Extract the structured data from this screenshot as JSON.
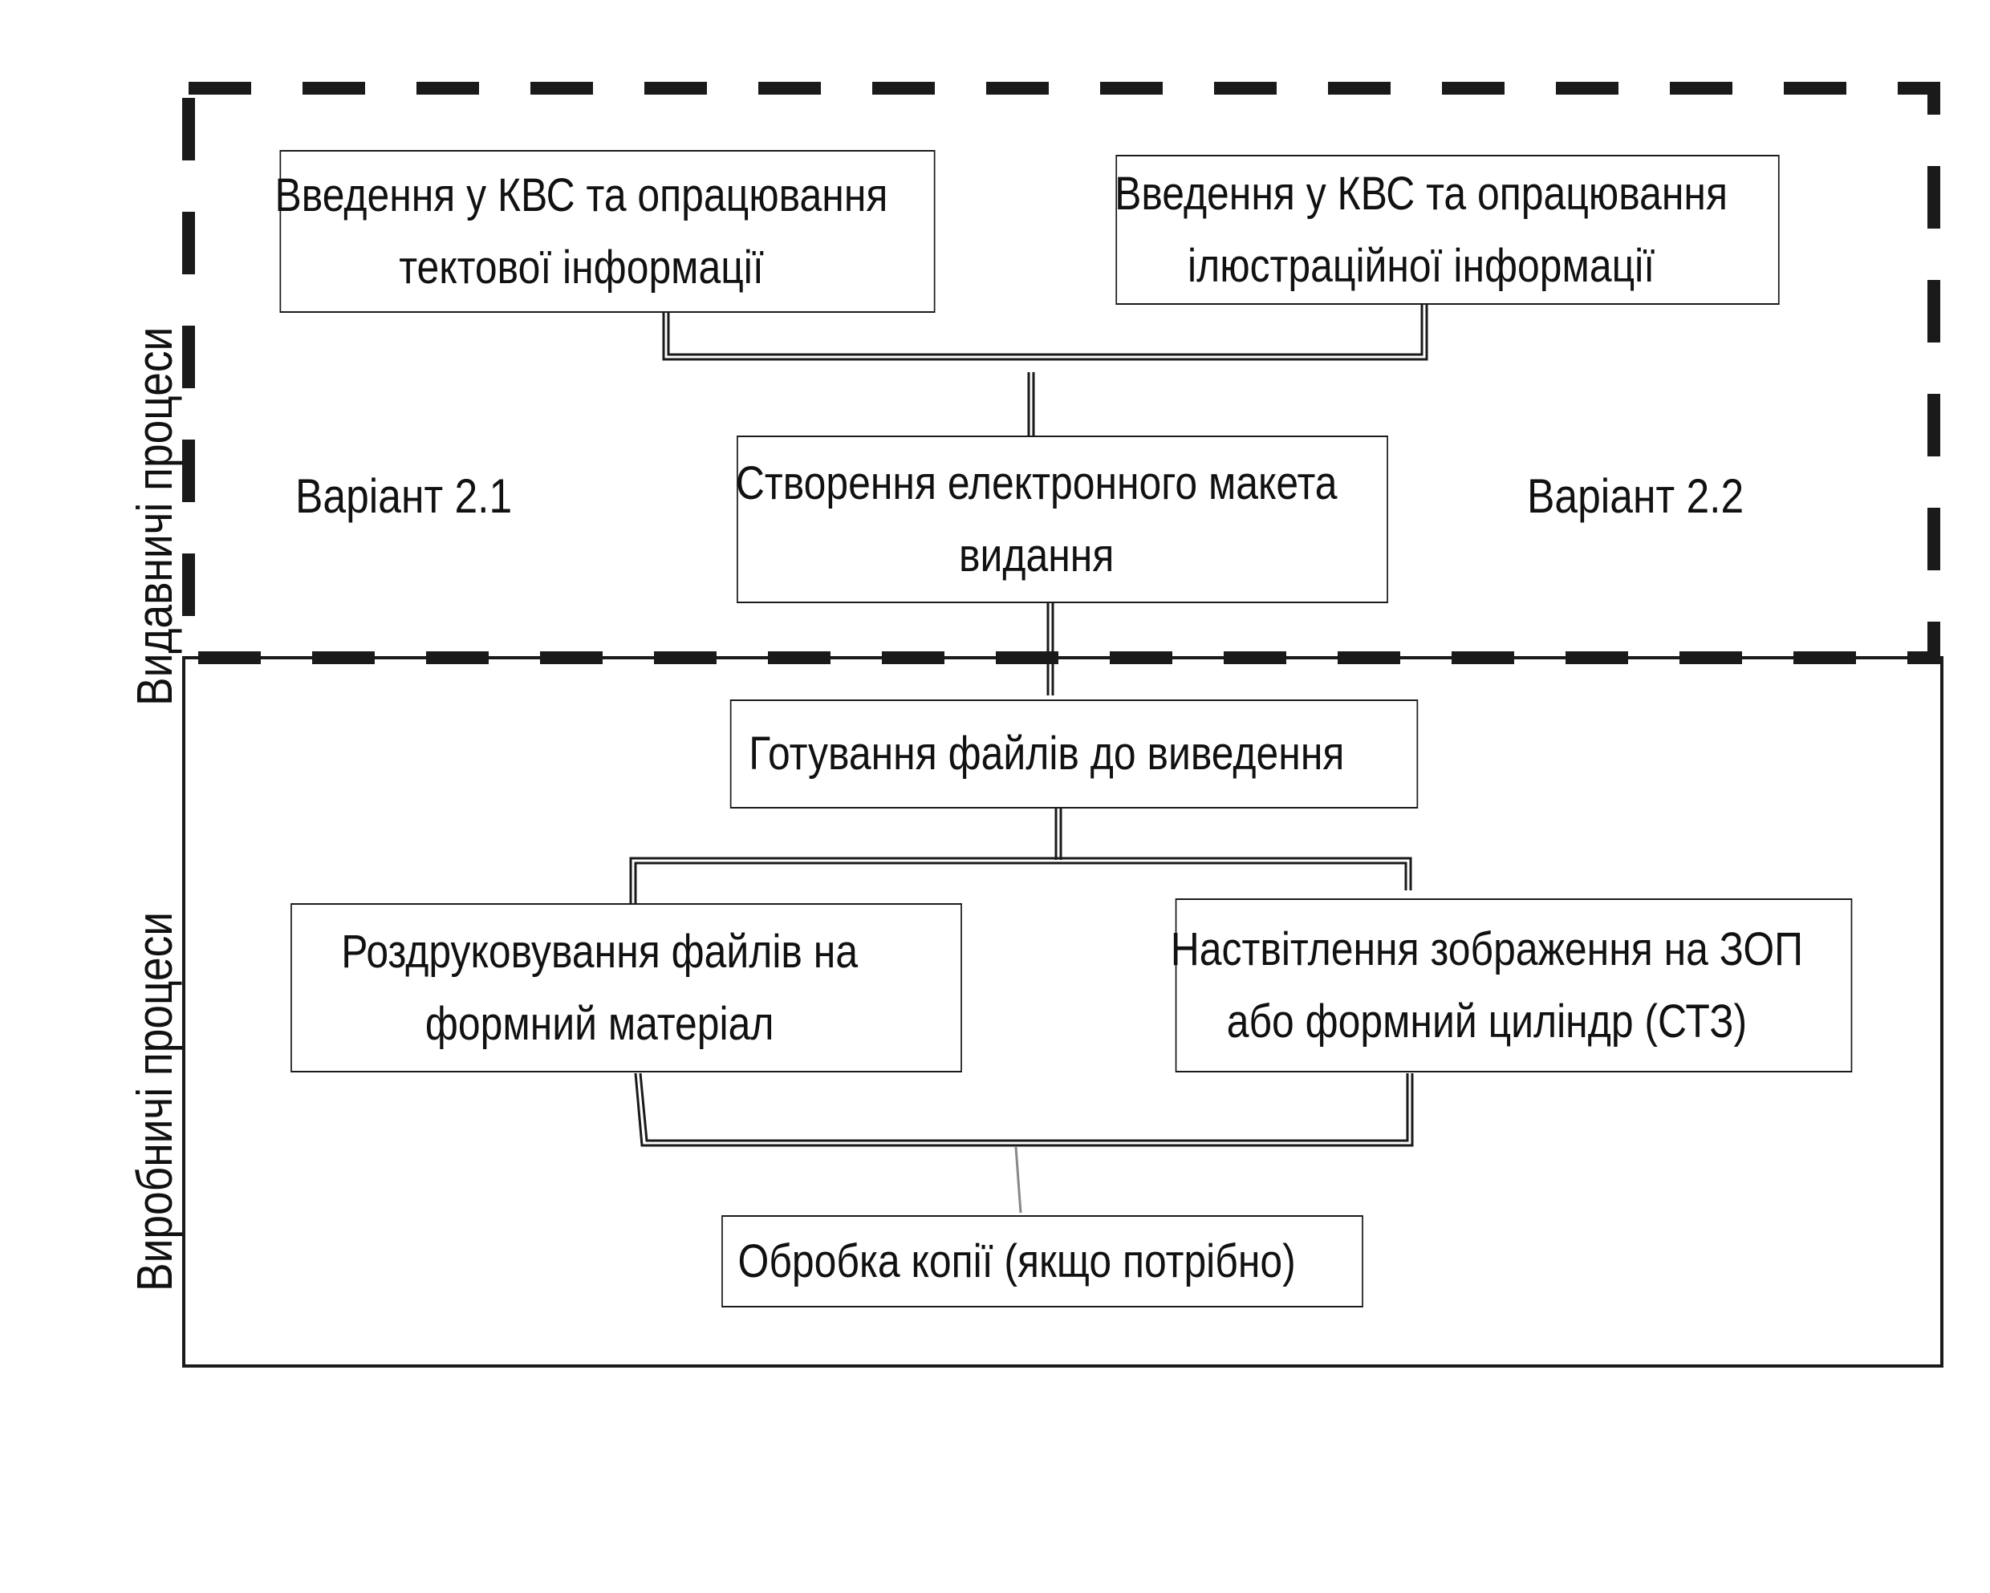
{
  "regions": {
    "publishing": {
      "label": "Видавничі процеси"
    },
    "production": {
      "label": "Виробничі процеси"
    }
  },
  "variants": {
    "left": "Варіант 2.1",
    "right": "Варіант 2.2"
  },
  "boxes": {
    "text_input": {
      "line1": "Введення у КВС та опрацювання",
      "line2": "тектової інформації"
    },
    "image_input": {
      "line1": "Введення у КВС та опрацювання",
      "line2": "ілюстраційної інформації"
    },
    "layout": {
      "line1": "Створення електронного макета",
      "line2": "видання"
    },
    "prepare": {
      "line1": "Готування файлів до виведення"
    },
    "print_files": {
      "line1": "Роздруковування файлів на",
      "line2": "формний матеріал"
    },
    "expose": {
      "line1": "Наствітлення зображення на ЗОП",
      "line2": "або формний циліндр (СТЗ)"
    },
    "copy_processing": {
      "line1": "Обробка копії (якщо потрібно)"
    }
  },
  "colors": {
    "line": "#1a1a1a",
    "thin_line": "#888888",
    "background": "#ffffff"
  }
}
